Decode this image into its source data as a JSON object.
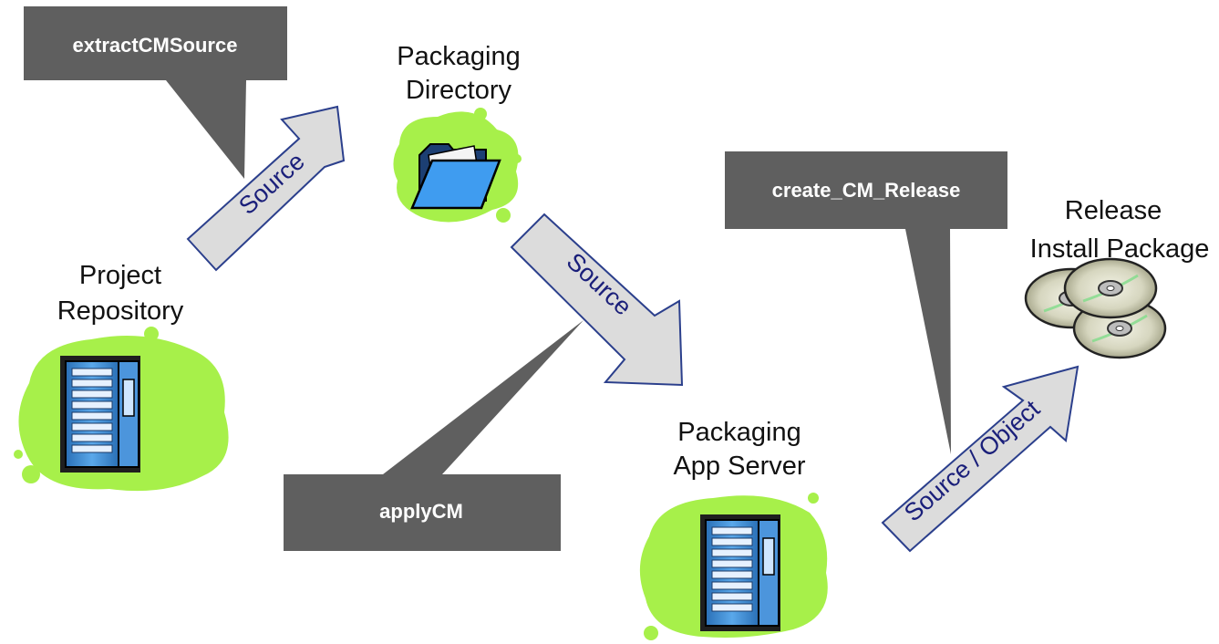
{
  "colors": {
    "callout": "#5f5f5f",
    "arrow_fill": "#dcdcdc",
    "arrow_stroke": "#2b3f8c",
    "arrow_text": "#1a1f7a",
    "blob": "#a7f04a",
    "server_blue": "#3f8fd8",
    "folder_blue": "#3f9cf0"
  },
  "nodes": {
    "project_repository": {
      "line1": "Project",
      "line2": "Repository",
      "icon": "server-icon"
    },
    "packaging_directory": {
      "line1": "Packaging",
      "line2": "Directory",
      "icon": "folder-icon"
    },
    "packaging_app_server": {
      "line1": "Packaging",
      "line2": "App Server",
      "icon": "server-icon"
    },
    "release_install_package": {
      "line1": "Release",
      "line2": "Install Package",
      "icon": "cd-discs-icon"
    }
  },
  "callouts": {
    "extract": "extractCMSource",
    "apply": "applyCM",
    "create_release": "create_CM_Release"
  },
  "arrows": {
    "a1": "Source",
    "a2": "Source",
    "a3": "Source / Object"
  }
}
